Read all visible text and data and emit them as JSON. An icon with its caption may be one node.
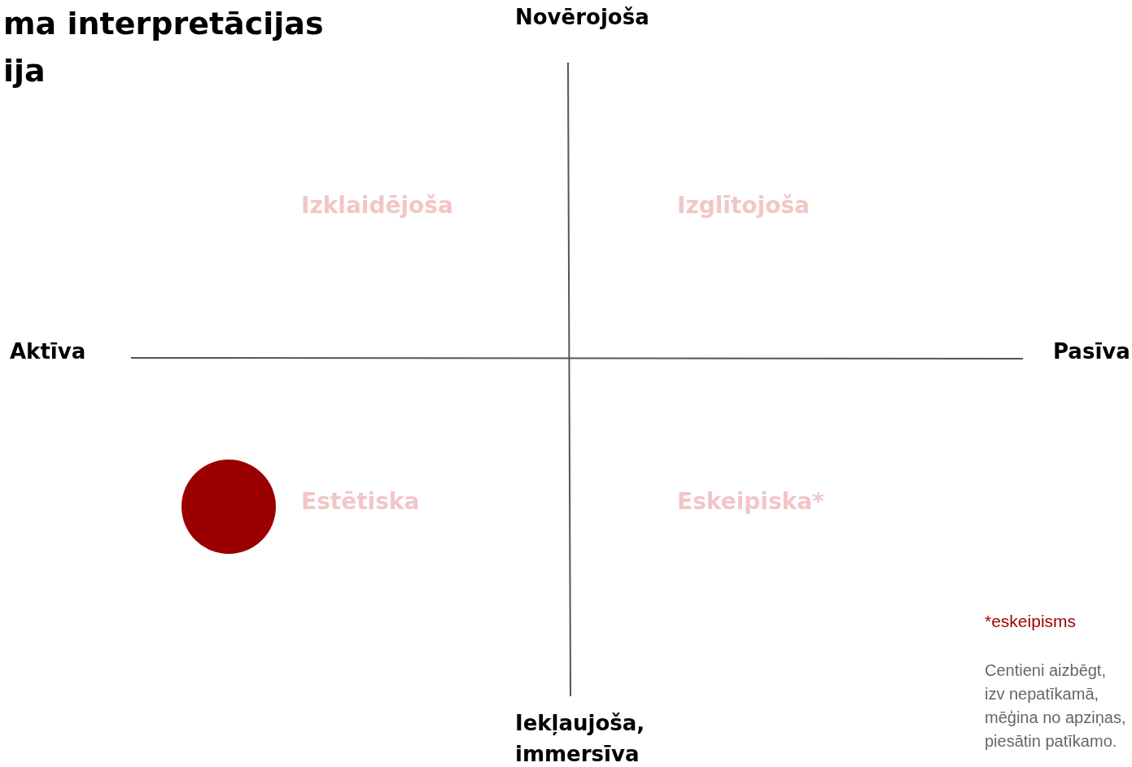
{
  "diagram": {
    "title": "ma interpretācijas ija",
    "nodes": [
      {
        "text": [],
        "shape": "circle"
      }
    ],
    "labels": [
      "Novērojoša",
      "Izklaidējoša",
      "Izglītojoša",
      "Aktīva",
      "Pasīva",
      "Estētiska",
      "Eskeipiska*",
      "*eskeipisms",
      "Centieni aizbēgt, izv nepatīkamā, mēģina no apziņas, piesātin patīkamo.",
      "Iekļaujoša, immersīva"
    ]
  }
}
